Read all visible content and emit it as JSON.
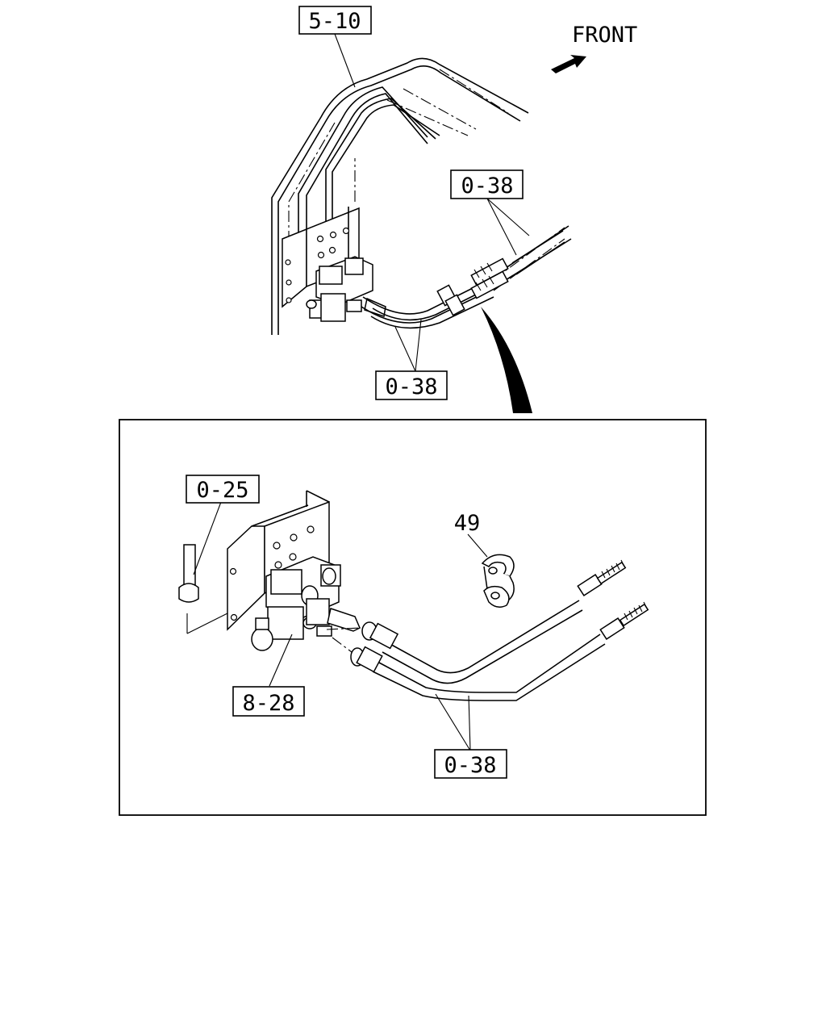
{
  "direction": {
    "label": "FRONT",
    "icon": "arrow-front-icon"
  },
  "callouts": {
    "top_ref": "5-10",
    "upper_hose_right": "0-38",
    "upper_hose_bottom": "0-38",
    "detail_part_top_left": "0-25",
    "clamp_part_number": "49",
    "detail_part_bottom_left": "8-28",
    "detail_hose_bottom": "0-38"
  },
  "colors": {
    "line": "#000000",
    "background": "#ffffff"
  }
}
